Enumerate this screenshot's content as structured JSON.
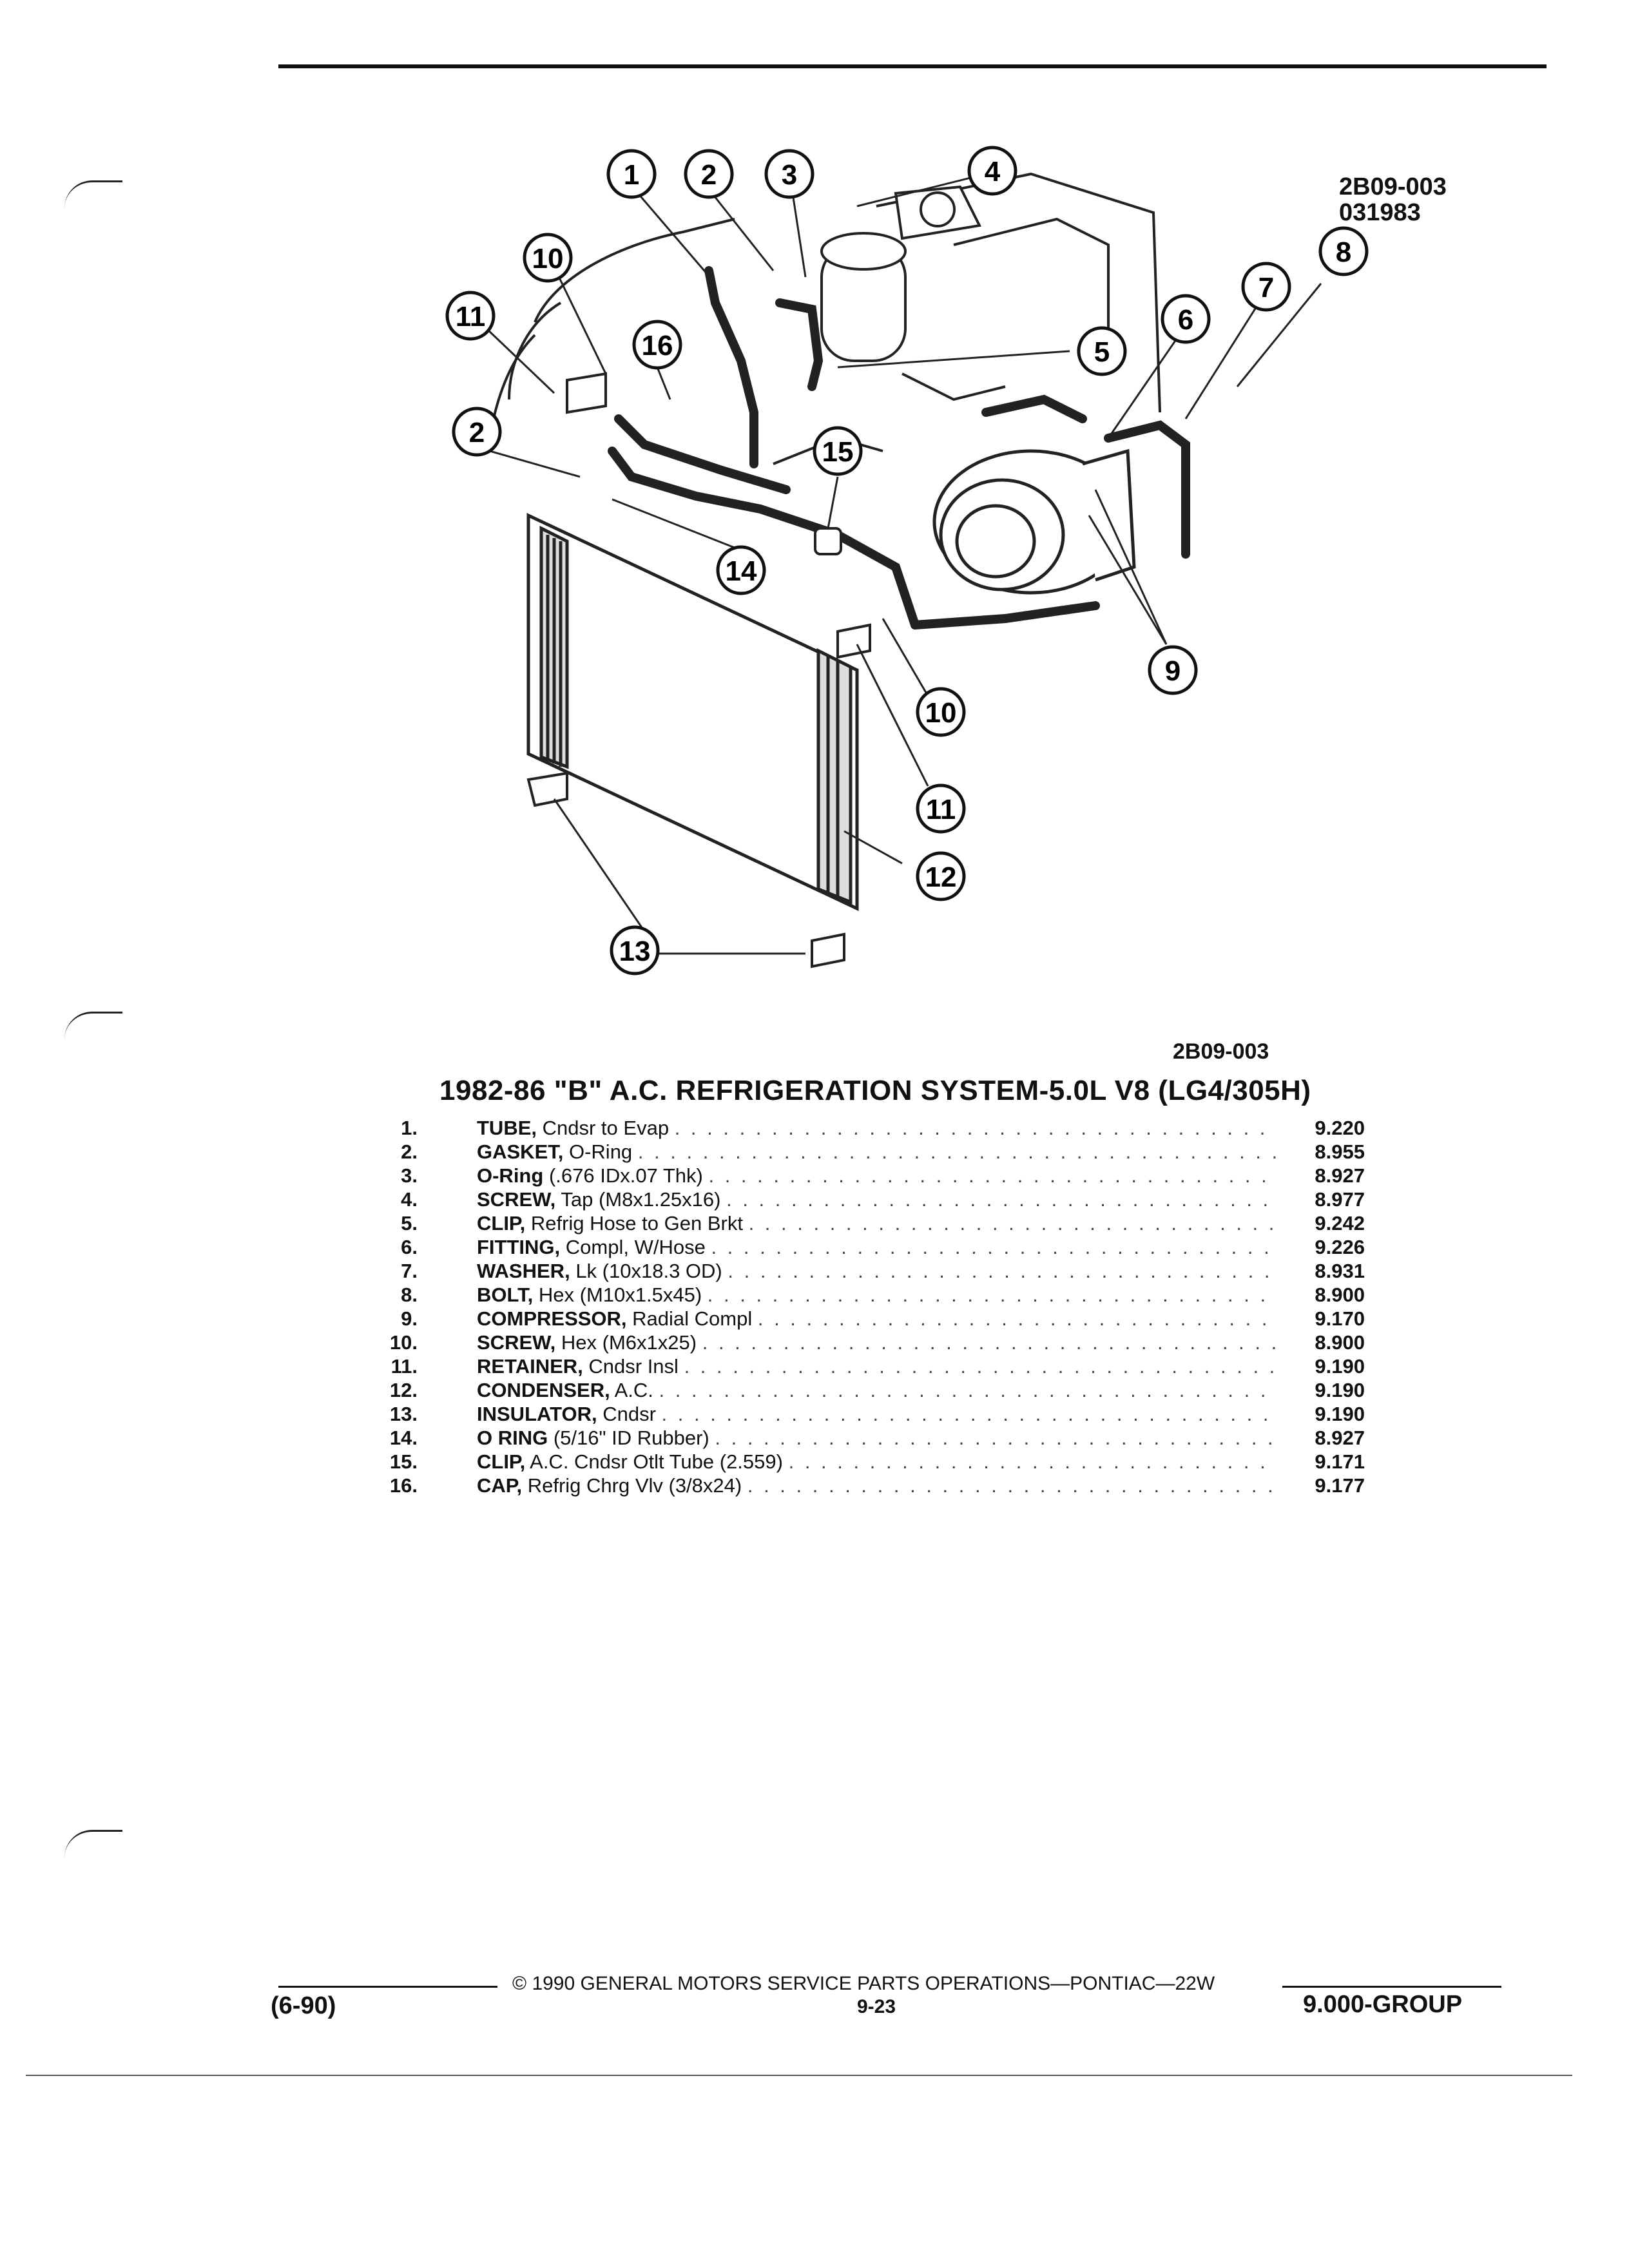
{
  "figure": {
    "ref_top": "2B09-003",
    "date_code": "031983",
    "ref_bottom": "2B09-003",
    "callouts": [
      "1",
      "2",
      "3",
      "4",
      "5",
      "6",
      "7",
      "8",
      "9",
      "10",
      "11",
      "12",
      "13",
      "14",
      "15",
      "16"
    ]
  },
  "title": "1982-86 \"B\" A.C. REFRIGERATION SYSTEM-5.0L V8 (LG4/305H)",
  "parts": [
    {
      "num": "1.",
      "name": "TUBE,",
      "spec": "Cndsr to Evap",
      "group": "9.220"
    },
    {
      "num": "2.",
      "name": "GASKET,",
      "spec": "O-Ring",
      "group": "8.955"
    },
    {
      "num": "3.",
      "name": "O-Ring",
      "spec": "(.676 IDx.07 Thk)",
      "group": "8.927"
    },
    {
      "num": "4.",
      "name": "SCREW,",
      "spec": "Tap (M8x1.25x16)",
      "group": "8.977"
    },
    {
      "num": "5.",
      "name": "CLIP,",
      "spec": "Refrig Hose to Gen Brkt",
      "group": "9.242"
    },
    {
      "num": "6.",
      "name": "FITTING,",
      "spec": "Compl, W/Hose",
      "group": "9.226"
    },
    {
      "num": "7.",
      "name": "WASHER,",
      "spec": "Lk (10x18.3 OD)",
      "group": "8.931"
    },
    {
      "num": "8.",
      "name": "BOLT,",
      "spec": "Hex (M10x1.5x45)",
      "group": "8.900"
    },
    {
      "num": "9.",
      "name": "COMPRESSOR,",
      "spec": "Radial Compl",
      "group": "9.170"
    },
    {
      "num": "10.",
      "name": "SCREW,",
      "spec": "Hex (M6x1x25)",
      "group": "8.900"
    },
    {
      "num": "11.",
      "name": "RETAINER,",
      "spec": "Cndsr Insl",
      "group": "9.190"
    },
    {
      "num": "12.",
      "name": "CONDENSER,",
      "spec": "A.C.",
      "group": "9.190"
    },
    {
      "num": "13.",
      "name": "INSULATOR,",
      "spec": "Cndsr",
      "group": "9.190"
    },
    {
      "num": "14.",
      "name": "O RING",
      "spec": "(5/16\" ID Rubber)",
      "group": "8.927"
    },
    {
      "num": "15.",
      "name": "CLIP,",
      "spec": "A.C. Cndsr Otlt Tube (2.559)",
      "group": "9.171"
    },
    {
      "num": "16.",
      "name": "CAP,",
      "spec": "Refrig Chrg Vlv (3/8x24)",
      "group": "9.177"
    }
  ],
  "footer": {
    "copyright": "© 1990 GENERAL MOTORS SERVICE PARTS OPERATIONS—PONTIAC—22W",
    "date": "(6-90)",
    "page": "9-23",
    "group": "9.000-GROUP"
  }
}
